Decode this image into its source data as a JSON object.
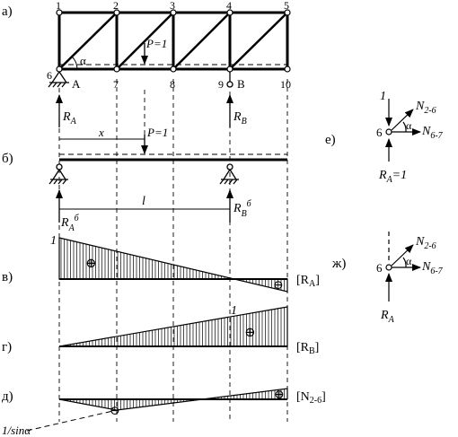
{
  "part_labels": {
    "a": "а)",
    "b": "б)",
    "v": "в)",
    "g": "г)",
    "d": "д)",
    "e": "е)",
    "zh": "ж)"
  },
  "truss": {
    "top_nodes": [
      "1",
      "2",
      "3",
      "4",
      "5"
    ],
    "bottom_nodes": [
      "6",
      "7",
      "8",
      "9",
      "10"
    ],
    "support_A": "A",
    "support_B": "B",
    "angle": "α",
    "load": "P=1",
    "reaction_A": {
      "main": "R",
      "sub": "A"
    },
    "reaction_B": {
      "main": "R",
      "sub": "B"
    }
  },
  "beam": {
    "x_label": "x",
    "load": "P=1",
    "span": "l",
    "reaction_A": {
      "main": "R",
      "sub": "A",
      "sup": "б"
    },
    "reaction_B": {
      "main": "R",
      "sub": "B",
      "sup": "б"
    }
  },
  "influence_lines": {
    "RA": {
      "label_main": "[R",
      "label_sub": "A",
      "label_end": "]",
      "value": "1",
      "plus": "⊕",
      "minus": "⊖"
    },
    "RB": {
      "label_main": "[R",
      "label_sub": "B",
      "label_end": "]",
      "value": "1",
      "plus": "⊕"
    },
    "N26": {
      "label_main": "[N",
      "label_sub": "2-6",
      "label_end": "]",
      "value": "1/sinα",
      "plus": "⊕",
      "minus": "⊖"
    }
  },
  "node_e": {
    "node": "6",
    "load": "1",
    "angle": "α",
    "force_1": {
      "main": "N",
      "sub": "2-6"
    },
    "force_2": {
      "main": "N",
      "sub": "6-7"
    },
    "reaction": {
      "main": "R",
      "sub": "A",
      "tail": "=1"
    }
  },
  "node_zh": {
    "node": "6",
    "angle": "α",
    "force_1": {
      "main": "N",
      "sub": "2-6"
    },
    "force_2": {
      "main": "N",
      "sub": "6-7"
    },
    "reaction": {
      "main": "R",
      "sub": "A"
    }
  }
}
